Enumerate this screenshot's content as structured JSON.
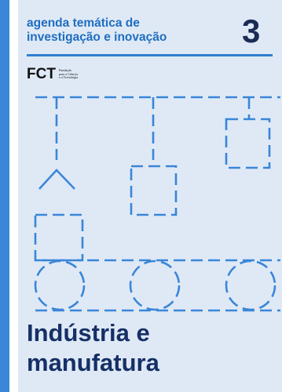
{
  "header": {
    "series_line1": "agenda temática de",
    "series_line2": "investigação e inovação",
    "issue_number": "3"
  },
  "logo": {
    "acronym": "FCT",
    "small_line1": "Fundação",
    "small_line2": "para a Ciência",
    "small_line3": "e a Tecnologia"
  },
  "title": {
    "line1": "Indústria e",
    "line2": "manufatura"
  },
  "colors": {
    "stripe": "#3a86d8",
    "panel": "#dfe9f6",
    "accent": "#2f7dd0",
    "title": "#162f66"
  },
  "illustration": {
    "icon": "dashed-factory-diagram-icon"
  }
}
